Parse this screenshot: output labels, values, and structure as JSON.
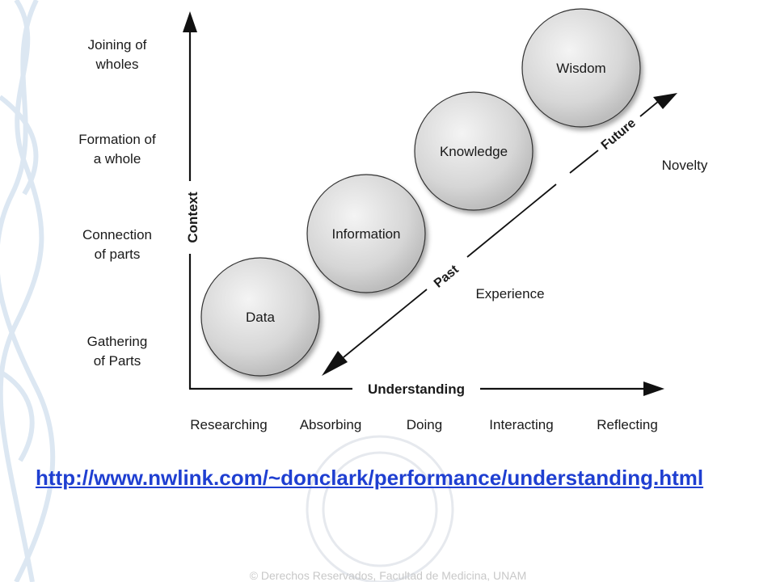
{
  "diagram": {
    "y_axis": {
      "title": "Context",
      "levels": [
        [
          "Joining of",
          "wholes"
        ],
        [
          "Formation of",
          "a whole"
        ],
        [
          "Connection",
          "of parts"
        ],
        [
          "Gathering",
          "of Parts"
        ]
      ]
    },
    "x_axis": {
      "title": "Understanding",
      "levels": [
        "Researching",
        "Absorbing",
        "Doing",
        "Interacting",
        "Reflecting"
      ]
    },
    "nodes": [
      "Data",
      "Information",
      "Knowledge",
      "Wisdom"
    ],
    "diagonal": {
      "past_label": "Past",
      "future_label": "Future",
      "experience_label": "Experience",
      "novelty_label": "Novelty"
    }
  },
  "source_link": "http://www.nwlink.com/~donclark/performance/understanding.html",
  "footer": "© Derechos Reservados, Facultad de Medicina, UNAM",
  "colors": {
    "link": "#1f3fd1",
    "node_fill": "#d6d6d6",
    "axis": "#111111",
    "decor": "#dce7f2"
  }
}
